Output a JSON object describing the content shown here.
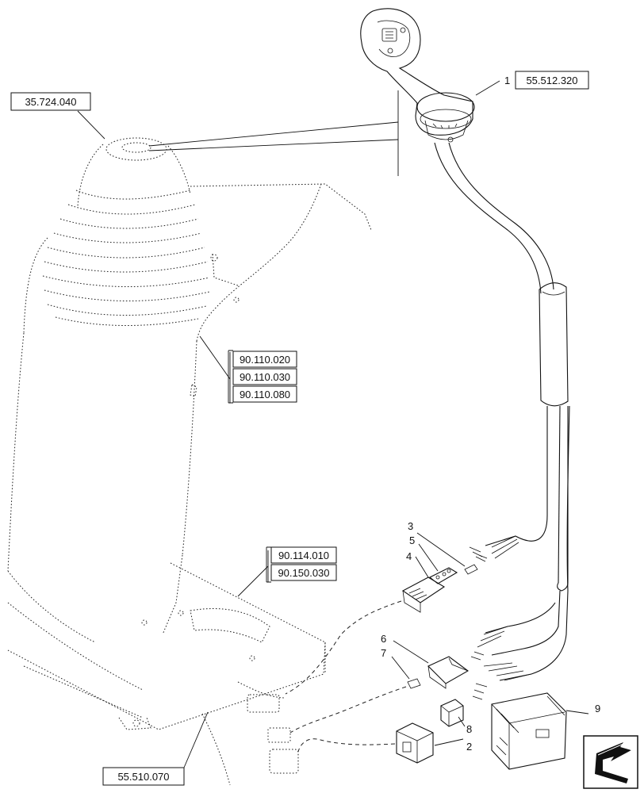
{
  "references": {
    "r35724040": "35.724.040",
    "r55512320": "55.512.320",
    "r90110020": "90.110.020",
    "r90110030": "90.110.030",
    "r90110080": "90.110.080",
    "r90114010": "90.114.010",
    "r90150030": "90.150.030",
    "r55510070": "55.510.070"
  },
  "item_numbers": {
    "n1": "1",
    "n2": "2",
    "n3": "3",
    "n4": "4",
    "n5": "5",
    "n6": "6",
    "n7": "7",
    "n8": "8",
    "n9": "9"
  },
  "icons": {
    "nav_arrow": "arrow-icon"
  }
}
